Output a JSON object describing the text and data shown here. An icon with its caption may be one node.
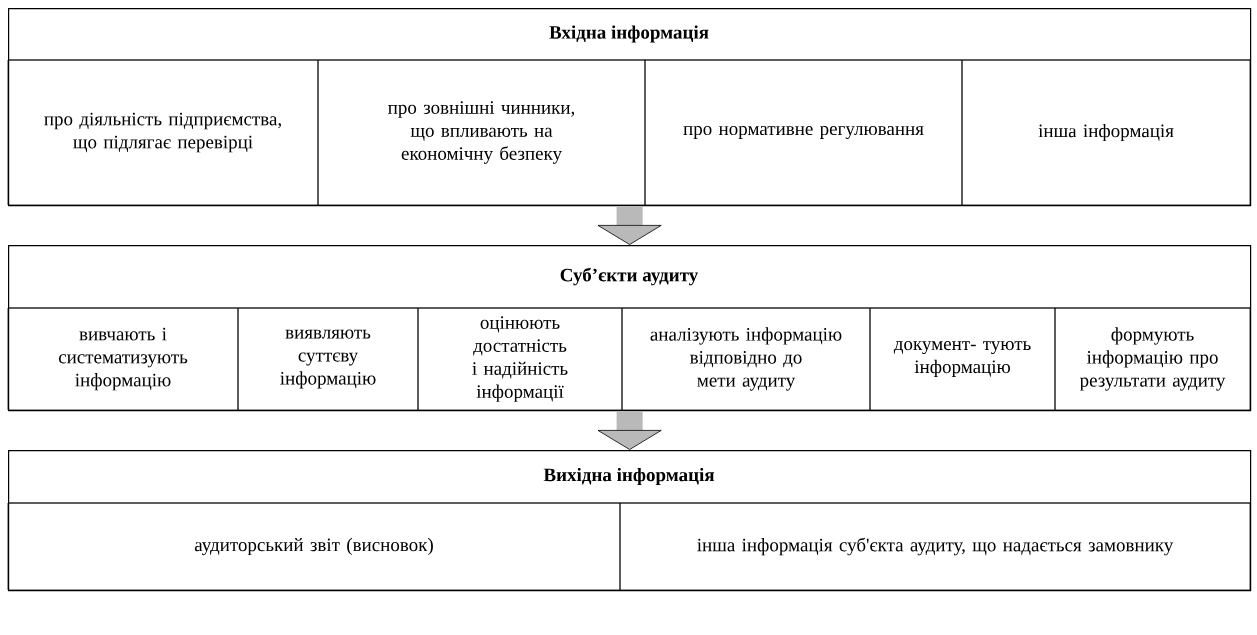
{
  "diagram": {
    "nodes": [
      {
        "text": [
          "Вхідна інформація"
        ]
      },
      {
        "text": [
          "про діяльність підприємства, що підлягає перевірці"
        ],
        "in": 0
      },
      {
        "text": [
          "про зовнішні чинники, що впливають на економічну безпеку"
        ],
        "in": 0
      },
      {
        "text": [
          "про нормативне регулювання"
        ],
        "in": 0
      },
      {
        "text": [
          "інша інформація"
        ],
        "in": 0
      },
      {
        "text": [
          "Суб’єкти аудиту"
        ]
      },
      {
        "text": [
          "вивчають і систематизують інформацію"
        ],
        "in": 5
      },
      {
        "text": [
          "виявляють суттєву інформацію"
        ],
        "in": 5
      },
      {
        "text": [
          "оцінюють достатність і надійність інформації"
        ],
        "in": 5
      },
      {
        "text": [
          "аналізують інформацію відповідно до мети аудиту"
        ],
        "in": 5
      },
      {
        "text": [
          "документ- тують інформацію"
        ],
        "in": 5
      },
      {
        "text": [
          "формують інформацію про результати аудиту"
        ],
        "in": 5
      },
      {
        "text": [
          "Вихідна інформація"
        ]
      },
      {
        "text": [
          "аудиторський звіт (висновок)"
        ],
        "in": 12
      },
      {
        "text": [
          "інша інформація суб'єкта аудиту, що надається замовнику"
        ],
        "in": 12
      }
    ],
    "edges": [
      {
        "from": 0,
        "to": 5,
        "arrow": "to"
      },
      {
        "from": 5,
        "to": 12,
        "arrow": "to"
      }
    ]
  }
}
